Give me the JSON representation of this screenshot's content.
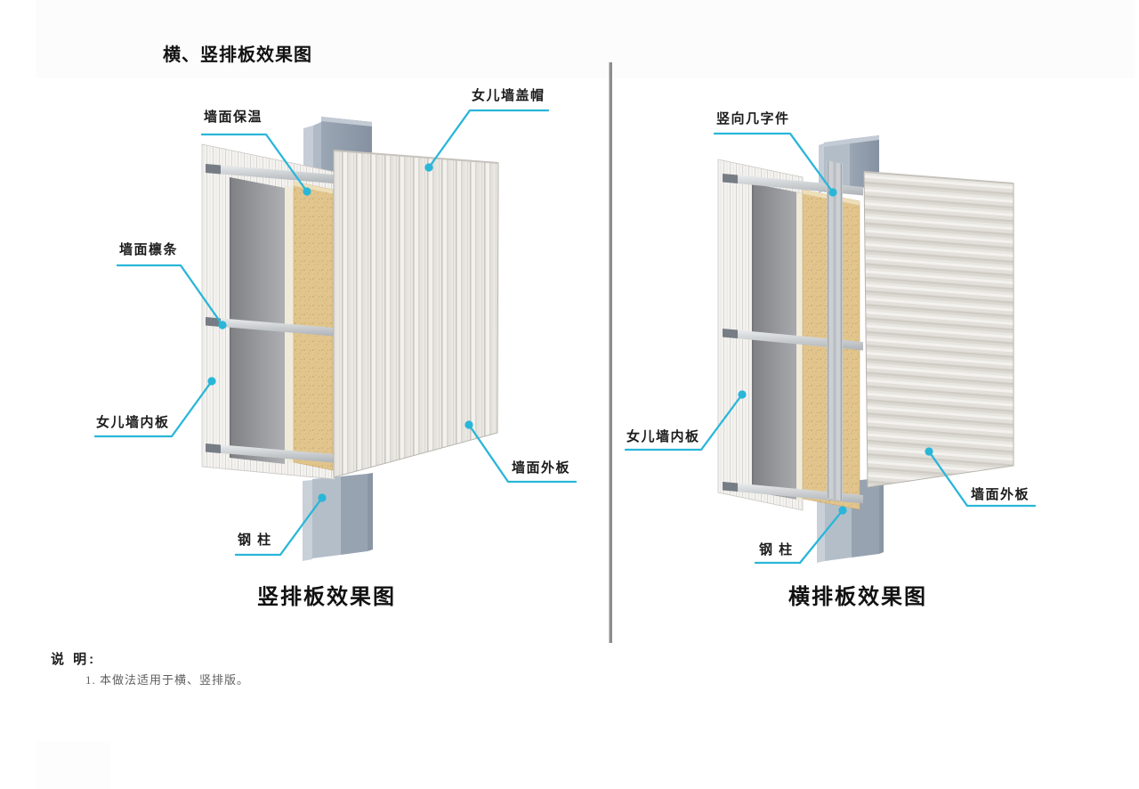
{
  "page": {
    "title": "横、竖排板效果图",
    "notes_heading": "说 明:",
    "notes": {
      "item1": "1. 本做法适用于横、竖排版。"
    }
  },
  "left_diagram": {
    "caption": "竖排板效果图",
    "labels": {
      "wall_insulation": "墙面保温",
      "parapet_cap": "女儿墙盖帽",
      "wall_purlin": "墙面檩条",
      "parapet_inner_panel": "女儿墙内板",
      "steel_column": "钢 柱",
      "wall_outer_panel": "墙面外板"
    }
  },
  "right_diagram": {
    "caption": "横排板效果图",
    "labels": {
      "vertical_hat_channel": "竖向几字件",
      "parapet_inner_panel": "女儿墙内板",
      "steel_column": "钢 柱",
      "wall_outer_panel": "墙面外板"
    }
  },
  "colors": {
    "leader": "#29b6d8",
    "divider": "#8e8e8e",
    "insulation": "#e1c58d",
    "steel_light": "#b3bec9",
    "steel_dark": "#97a3b1"
  }
}
